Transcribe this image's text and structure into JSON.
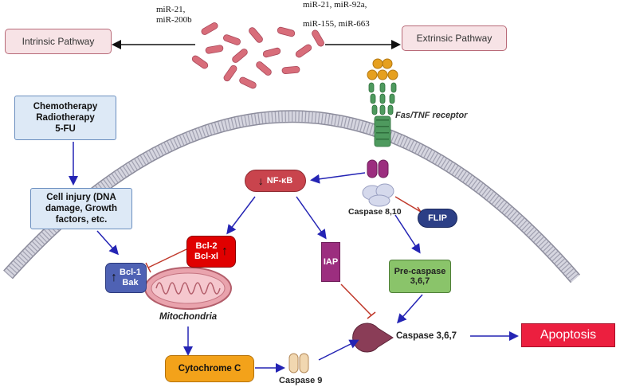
{
  "mirna": {
    "left": [
      "miR-21,",
      "miR-200b"
    ],
    "right_top": "miR-21, miR-92a,",
    "right_bottom": "miR-155,  miR-663"
  },
  "pathways": {
    "intrinsic": "Intrinsic Pathway",
    "extrinsic": "Extrinsic Pathway"
  },
  "receptor_label": "Fas/TNF receptor",
  "chemo": [
    "Chemotherapy",
    "Radiotherapy",
    "5-FU"
  ],
  "cell_injury": [
    "Cell injury (DNA",
    "damage, Growth",
    "factors, etc."
  ],
  "nfkb": "NF-κB",
  "caspase810": "Caspase 8,10",
  "flip": "FLIP",
  "bcl2": [
    "Bcl-2",
    "Bcl-xl"
  ],
  "bcl1": [
    "Bcl-1",
    "Bak"
  ],
  "iap": "IAP",
  "precaspase": [
    "Pre-caspase",
    "3,6,7"
  ],
  "mitochondria": "Mitochondria",
  "cytochrome": "Cytochrome C",
  "caspase9": "Caspase 9",
  "caspase367": "Caspase 3,6,7",
  "apoptosis": "Apoptosis",
  "colors": {
    "pathway_fill": "#f7e3e6",
    "pathway_border": "#b86a78",
    "membrane": "#a9a9b8",
    "nfkb": "#c9444d",
    "bcl2": "#e00000",
    "bcl1": "#4f62b4",
    "iap": "#9c2e7f",
    "flip": "#2c3f86",
    "precaspase": "#8ac46a",
    "cytochrome": "#f3a21a",
    "caspase367": "#8a3d57",
    "apoptosis": "#ec1f3f",
    "arrow": "#2424b4",
    "inhibit": "#c0392b"
  }
}
